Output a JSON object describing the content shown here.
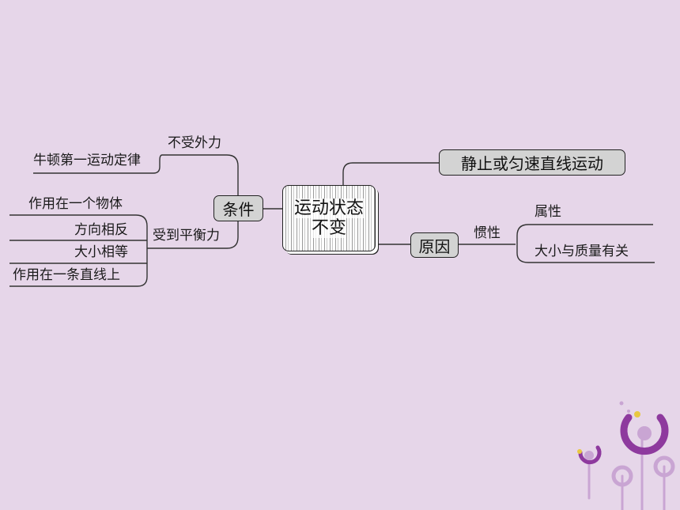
{
  "center": {
    "line1": "运动状态",
    "line2": "不变"
  },
  "branches": {
    "top_right": "静止或匀速直线运动",
    "condition": "条件",
    "cause": "原因"
  },
  "condition_branch": {
    "no_external_force": "不受外力",
    "newton_first_law": "牛顿第一运动定律",
    "balanced_forces": "受到平衡力",
    "items": [
      "作用在一个物体",
      "方向相反",
      "大小相等",
      "作用在一条直线上"
    ]
  },
  "cause_branch": {
    "inertia": "惯性",
    "property": "属性",
    "magnitude": "大小与质量有关"
  },
  "colors": {
    "background": "#e6d6e9",
    "box_fill": "#d3d3d3",
    "accent_purple": "#8e3a9e",
    "accent_lilac": "#c9a5d3",
    "accent_yellow": "#e8c840"
  }
}
